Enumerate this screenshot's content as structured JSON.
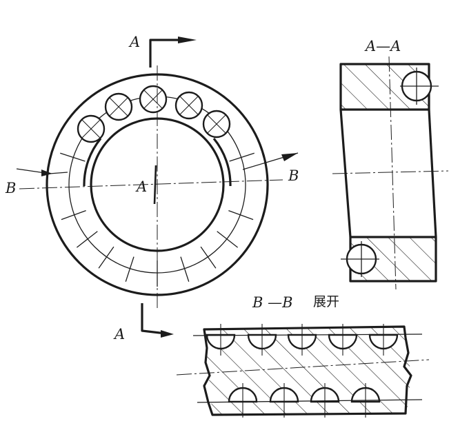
{
  "labels": {
    "section_a_top": "A",
    "section_a_bottom": "A",
    "section_b_left": "B",
    "section_b_right": "B",
    "center_a": "A",
    "title_aa": "A—A",
    "title_bb_letters": "B —B",
    "title_bb_suffix": "展开"
  },
  "colors": {
    "ink": "#1c1c1c",
    "paper": "#ffffff"
  }
}
